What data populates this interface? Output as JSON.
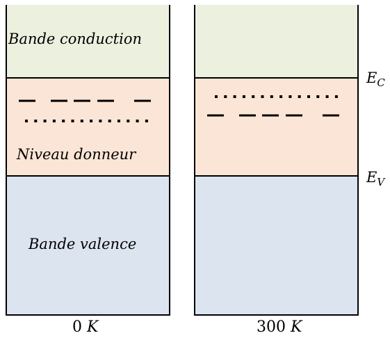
{
  "colors": {
    "conduction_band": "#ebf0df",
    "donor_level": "#fbe5d6",
    "valence_band": "#dce4f0",
    "lines": "#000000"
  },
  "bands": {
    "conduction_label": "Bande conduction",
    "donor_label": "Niveau donneur",
    "valence_label": "Bande valence"
  },
  "energy_levels": {
    "ec_symbol": "E",
    "ec_subscript": "C",
    "ev_symbol": "E",
    "ev_subscript": "V"
  },
  "temperatures": {
    "left_value": "0",
    "left_unit": "K",
    "right_value": "300",
    "right_unit": "K"
  },
  "panels": [
    {
      "temperature": "0 K",
      "dash_row": "upper",
      "dot_row": "lower"
    },
    {
      "temperature": "300 K",
      "dash_row": "lower",
      "dot_row": "upper"
    }
  ]
}
